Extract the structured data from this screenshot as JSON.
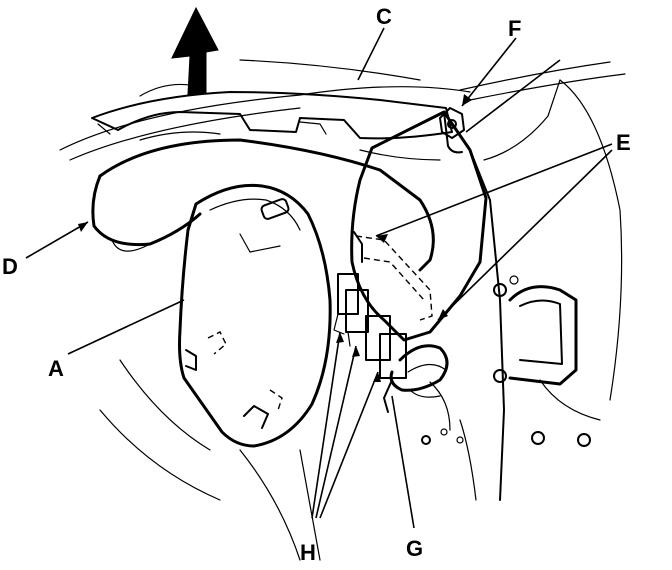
{
  "labels": {
    "a": "A",
    "c": "C",
    "d": "D",
    "e": "E",
    "f": "F",
    "g": "G",
    "h": "H"
  }
}
